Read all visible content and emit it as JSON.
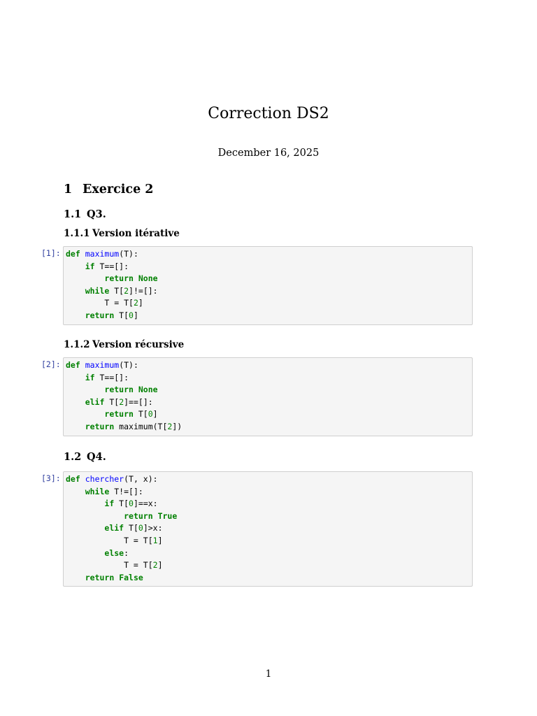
{
  "document": {
    "title": "Correction DS2",
    "date": "December 16, 2025",
    "page_number": "1"
  },
  "sections": [
    {
      "number": "1",
      "title": "Exercice 2"
    },
    {
      "number": "1.1",
      "title": "Q3."
    },
    {
      "number": "1.1.1",
      "title": "Version itérative"
    },
    {
      "number": "1.1.2",
      "title": "Version récursive"
    },
    {
      "number": "1.2",
      "title": "Q4."
    }
  ],
  "cells": [
    {
      "prompt": "[1]:",
      "lines": [
        "def maximum(T):",
        "    if T==[]:",
        "        return None",
        "    while T[2]!=[]:",
        "        T = T[2]",
        "    return T[0]"
      ]
    },
    {
      "prompt": "[2]:",
      "lines": [
        "def maximum(T):",
        "    if T==[]:",
        "        return None",
        "    elif T[2]==[]:",
        "        return T[0]",
        "    return maximum(T[2])"
      ]
    },
    {
      "prompt": "[3]:",
      "lines": [
        "def chercher(T, x):",
        "    while T!=[]:",
        "        if T[0]==x:",
        "            return True",
        "        elif T[0]>x:",
        "            T = T[1]",
        "        else:",
        "            T = T[2]",
        "    return False"
      ]
    }
  ]
}
